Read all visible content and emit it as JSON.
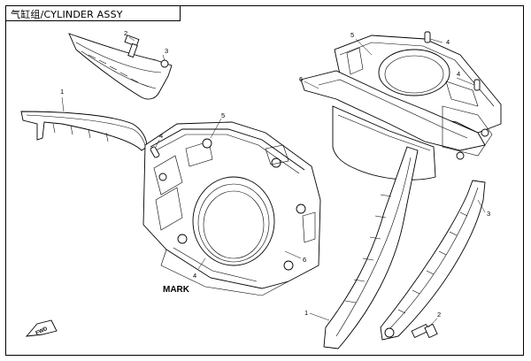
{
  "title": "气缸组/CYLINDER ASSY",
  "callouts": {
    "top_guide_2": "2",
    "top_guide_3": "3",
    "upper_guide_1": "1",
    "left_dowel_4": "4",
    "left_gasket_5": "5",
    "left_mark_4": "4",
    "left_cylinder_6": "6",
    "right_gasket_5": "5",
    "right_dowel_top_4": "4",
    "right_dowel_side_4": "4",
    "right_cylinder_6": "6",
    "right_guide_3": "3",
    "right_guide_1": "1",
    "right_bolt_2": "2"
  },
  "mark_label": "MARK",
  "fwd_label": "FWD"
}
